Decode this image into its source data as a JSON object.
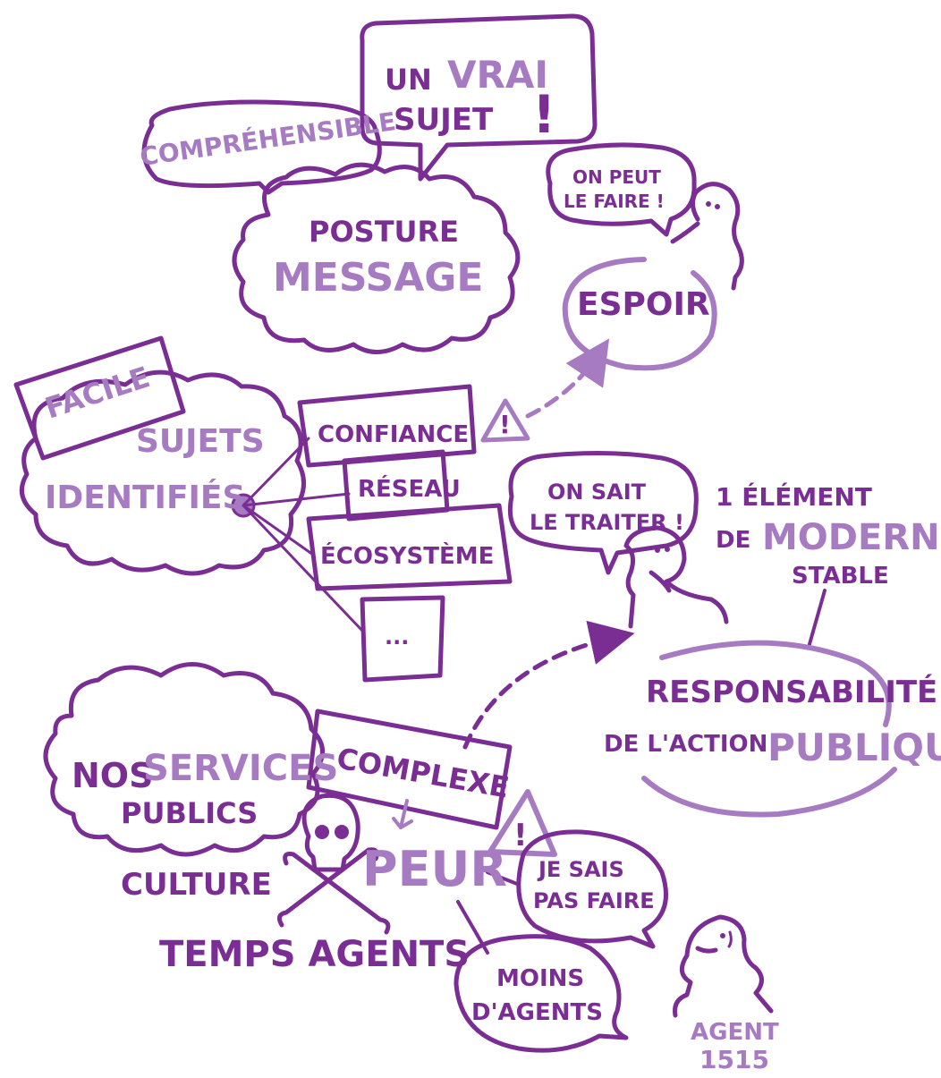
{
  "colors": {
    "dark_purple": "#7a2e94",
    "light_purple": "#a77bc2",
    "background": "#ffffff"
  },
  "top": {
    "comprehensible": "COMPRÉHENSIBLE",
    "vrai_sujet_un": "UN",
    "vrai_sujet_vrai": "VRAI",
    "vrai_sujet_sujet": "SUJET",
    "exclamation": "!",
    "posture": "POSTURE",
    "message": "MESSAGE",
    "on_peut_1": "ON PEUT",
    "on_peut_2": "LE FAIRE !",
    "espoir": "ESPOIR"
  },
  "middle": {
    "facile": "FACILE",
    "sujets": "SUJETS",
    "identifies": "IDENTIFIÉS",
    "confiance": "CONFIANCE",
    "reseau": "RÉSEAU",
    "ecosysteme": "ÉCOSYSTÈME",
    "ellipsis": "...",
    "warning": "!",
    "on_sait_1": "ON SAIT",
    "on_sait_2": "LE TRAITER !",
    "element_1": "1 ÉLÉMENT",
    "element_de": "DE",
    "element_modernite": "MODERNITÉ",
    "element_stable": "STABLE",
    "responsabilite": "RESPONSABILITÉ",
    "de_l_action": "DE L'ACTION",
    "publique": "PUBLIQUE"
  },
  "bottom": {
    "nos": "NOS",
    "services": "SERVICES",
    "publics": "PUBLICS",
    "complexe": "COMPLEXE",
    "peur": "PEUR",
    "warning": "!",
    "culture": "CULTURE",
    "temps_agents": "TEMPS AGENTS",
    "je_sais_1": "JE SAIS",
    "je_sais_2": "PAS FAIRE",
    "moins_1": "MOINS",
    "moins_2": "D'AGENTS",
    "agent_1": "AGENT",
    "agent_2": "1515"
  },
  "icons": [
    "skull-crossbones-icon",
    "warning-triangle-icon",
    "person-icon"
  ]
}
